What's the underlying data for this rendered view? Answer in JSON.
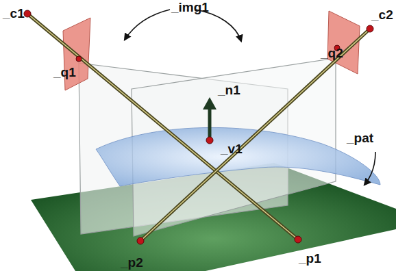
{
  "diagram": {
    "labels": [
      "_img1",
      "_c1",
      "_c2",
      "_q1",
      "_q2",
      "_n1",
      "_pat",
      "_v1",
      "_p2",
      "_p1"
    ]
  }
}
